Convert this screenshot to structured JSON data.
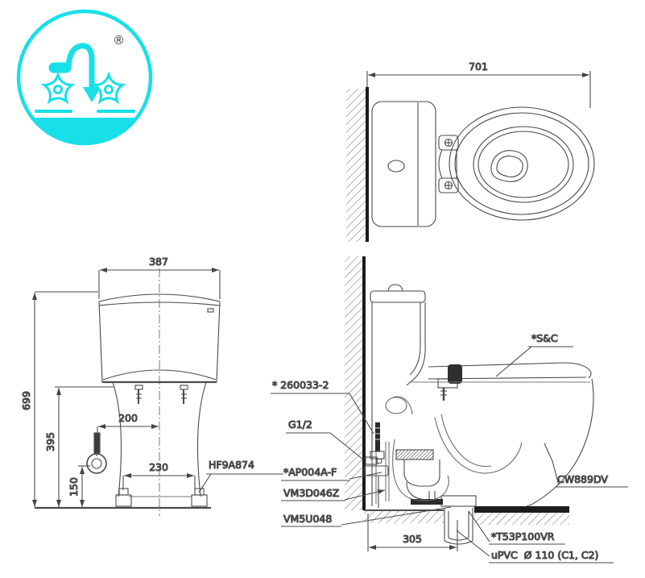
{
  "logo": {
    "registered_mark": "®",
    "brand_color": "#18dfe8"
  },
  "top_view": {
    "dim_width": "701"
  },
  "front_view": {
    "dim_width": "387",
    "dim_height": "699",
    "dim_rim_height": "395",
    "dim_supply_offset": "200",
    "dim_bolt_spacing": "230",
    "dim_supply_height": "150",
    "label_bolt_cap": "HF9A874"
  },
  "side_view": {
    "dim_rough_in": "305",
    "label_fixing_bolt": "* 260033-2",
    "label_supply_thread": "G1/2",
    "label_angle_valve": "*AP004A-F",
    "label_fill_valve": "VM3D046Z",
    "label_flush_valve": "VM5U048",
    "label_seat_cover": "*S&C",
    "label_model": "CW889DV",
    "label_outlet_socket": "*T53P100VR",
    "label_drain_pipe": "uPVC  Ø 110 (C1, C2)"
  }
}
